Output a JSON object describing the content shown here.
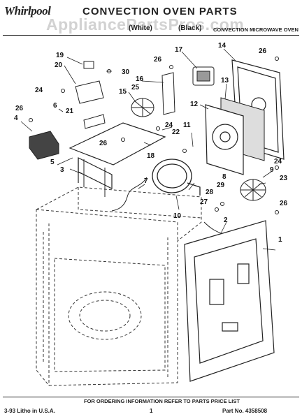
{
  "header": {
    "brand": "Whirlpool",
    "title": "CONVECTION OVEN PARTS",
    "watermark": "AppliancePartsPros.com",
    "variant_white": "(White)",
    "variant_black": "(Black)",
    "subtitle": "CONVECTION MICROWAVE OVEN"
  },
  "callouts": [
    "1",
    "2",
    "3",
    "4",
    "5",
    "6",
    "7",
    "8",
    "9",
    "10",
    "11",
    "12",
    "13",
    "14",
    "15",
    "16",
    "17",
    "18",
    "19",
    "20",
    "21",
    "22",
    "23",
    "24",
    "25",
    "26",
    "27",
    "28",
    "29",
    "30"
  ],
  "footer": {
    "note": "FOR ORDERING INFORMATION REFER TO PARTS PRICE LIST",
    "litho": "3-93 Litho in U.S.A.",
    "page": "1",
    "part_no": "Part No. 4358508"
  }
}
